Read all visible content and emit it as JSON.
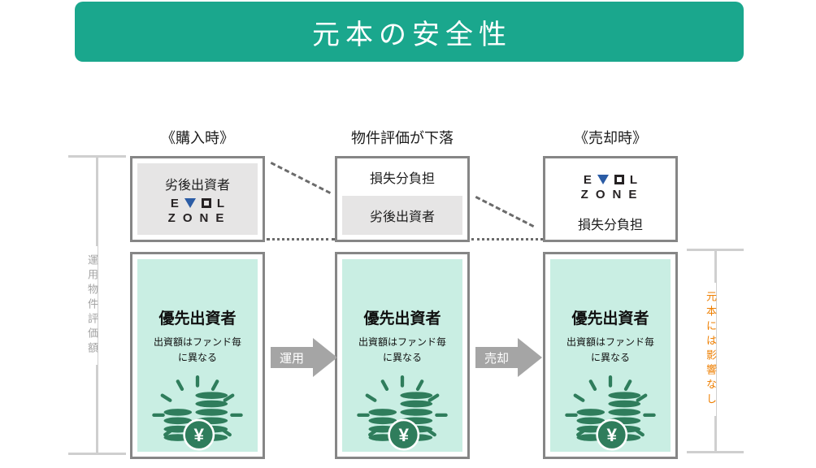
{
  "title": "元本の安全性",
  "colors": {
    "banner_green": "#1AA78D",
    "mint_panel": "#C9EEE3",
    "coin_green": "#2F7D5C",
    "gray_panel": "#E6E5E5",
    "box_border": "#868686",
    "arrow_gray": "#A5A5A5",
    "connector_gray": "#6B6B6B",
    "bracket_gray": "#CFCFCF",
    "left_label_gray": "#A3A3A3",
    "right_label_orange": "#EE7F01",
    "logo_blue": "#2B5CA5",
    "logo_dark": "#262223"
  },
  "logo": {
    "alt": "EVOL ZONE",
    "letter_e": "E",
    "letter_l": "L",
    "line2": "ZONE"
  },
  "columns": [
    {
      "heading": "《購入時》",
      "upper": {
        "label": "劣後出資者",
        "has_logo": true
      },
      "lower": {
        "title": "優先出資者",
        "subtitle_line1": "出資額はファンド毎",
        "subtitle_line2": "に異なる"
      }
    },
    {
      "heading": "物件評価が下落",
      "upper": {
        "loss_label": "損失分負担",
        "label": "劣後出資者"
      },
      "lower": {
        "title": "優先出資者",
        "subtitle_line1": "出資額はファンド毎",
        "subtitle_line2": "に異なる"
      }
    },
    {
      "heading": "《売却時》",
      "upper": {
        "loss_label": "損失分負担",
        "has_logo": true
      },
      "lower": {
        "title": "優先出資者",
        "subtitle_line1": "出資額はファンド毎",
        "subtitle_line2": "に異なる"
      }
    }
  ],
  "arrows": [
    {
      "label": "運用"
    },
    {
      "label": "売却"
    }
  ],
  "left_axis_label": "運用物件評価額",
  "right_note": "元本には影響なし",
  "coins": {
    "currency": "¥"
  }
}
